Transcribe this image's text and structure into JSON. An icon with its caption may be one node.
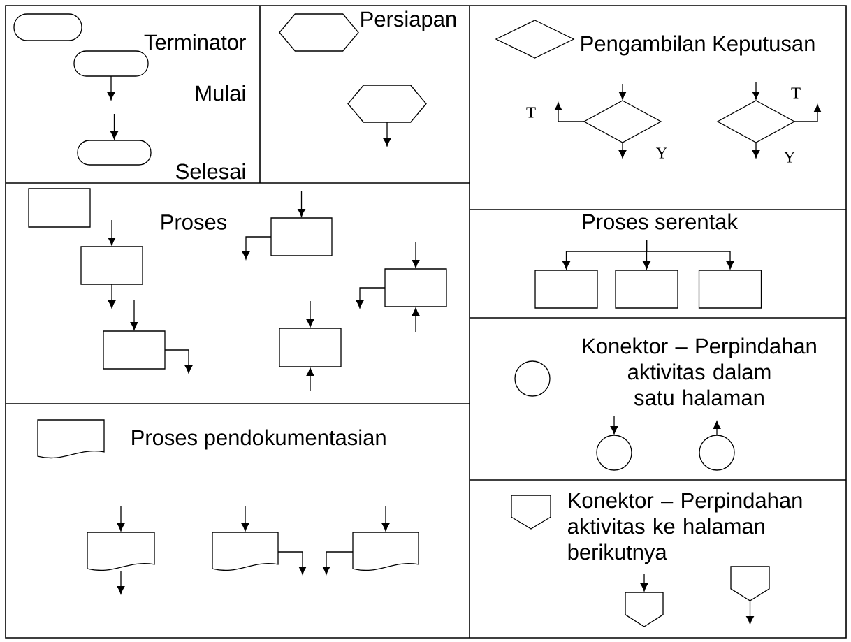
{
  "diagram": {
    "nodes": [
      {
        "text": [],
        "shape": "terminator"
      },
      {
        "text": [],
        "shape": "terminator"
      },
      {
        "text": [],
        "shape": "terminator"
      },
      {
        "text": [],
        "shape": "hexagon"
      },
      {
        "text": [],
        "shape": "hexagon"
      },
      {
        "text": [],
        "shape": "diamond"
      },
      {
        "text": [],
        "shape": "diamond"
      },
      {
        "text": [],
        "shape": "diamond"
      },
      {
        "text": [],
        "shape": "box"
      },
      {
        "text": [],
        "shape": "box"
      },
      {
        "text": [],
        "shape": "box"
      },
      {
        "text": [],
        "shape": "box"
      },
      {
        "text": [],
        "shape": "box"
      },
      {
        "text": [],
        "shape": "box"
      },
      {
        "text": [],
        "shape": "box"
      },
      {
        "text": [],
        "shape": "box"
      },
      {
        "text": [],
        "shape": "box"
      },
      {
        "text": [],
        "shape": "circle"
      },
      {
        "text": [],
        "shape": "circle"
      },
      {
        "text": [],
        "shape": "circle"
      },
      {
        "text": [],
        "shape": "document"
      },
      {
        "text": [],
        "shape": "document"
      },
      {
        "text": [],
        "shape": "document"
      },
      {
        "text": [],
        "shape": "document"
      },
      {
        "text": [],
        "shape": "pentagon"
      },
      {
        "text": [],
        "shape": "pentagon"
      },
      {
        "text": [],
        "shape": "pentagon"
      }
    ],
    "edges": [
      {
        "from": 1,
        "to": null,
        "arrow": "to"
      },
      {
        "from": null,
        "to": 2,
        "arrow": "to"
      },
      {
        "from": 4,
        "to": null,
        "arrow": "to"
      },
      {
        "from": null,
        "to": 6,
        "arrow": "to"
      },
      {
        "from": 6,
        "to": null,
        "arrow": "to"
      },
      {
        "from": 6,
        "to": null,
        "arrow": "to"
      },
      {
        "from": null,
        "to": 7,
        "arrow": "to"
      },
      {
        "from": 7,
        "to": null,
        "arrow": "to"
      },
      {
        "from": 7,
        "to": null,
        "arrow": "to"
      },
      {
        "from": null,
        "to": 9,
        "arrow": "to"
      },
      {
        "from": 9,
        "to": null,
        "arrow": "to"
      },
      {
        "from": null,
        "to": 10,
        "arrow": "to"
      },
      {
        "from": 10,
        "to": null,
        "arrow": "to"
      },
      {
        "from": null,
        "to": 11,
        "arrow": "to"
      },
      {
        "from": 11,
        "to": null,
        "arrow": "to"
      },
      {
        "from": null,
        "to": 12,
        "arrow": "to"
      },
      {
        "from": 12,
        "to": null,
        "arrow": "to"
      },
      {
        "from": null,
        "to": 12,
        "arrow": "to"
      },
      {
        "from": null,
        "to": 13,
        "arrow": "to"
      },
      {
        "from": null,
        "to": 13,
        "arrow": "to"
      },
      {
        "from": null,
        "to": 14,
        "arrow": "to"
      },
      {
        "from": null,
        "to": 15,
        "arrow": "to"
      },
      {
        "from": null,
        "to": 16,
        "arrow": "to"
      },
      {
        "from": null,
        "to": 18,
        "arrow": "to"
      },
      {
        "from": 19,
        "to": null,
        "arrow": "to"
      },
      {
        "from": null,
        "to": 21,
        "arrow": "to"
      },
      {
        "from": 21,
        "to": null,
        "arrow": "to"
      },
      {
        "from": null,
        "to": 22,
        "arrow": "to"
      },
      {
        "from": 22,
        "to": null,
        "arrow": "to"
      },
      {
        "from": null,
        "to": 23,
        "arrow": "to"
      },
      {
        "from": 23,
        "to": null,
        "arrow": "to"
      },
      {
        "from": null,
        "to": 25,
        "arrow": "to"
      },
      {
        "from": 26,
        "to": null,
        "arrow": "to"
      }
    ],
    "labels": [
      "Terminator",
      "Mulai",
      "Selesai",
      "Persiapan",
      "Pengambilan Keputusan",
      "T",
      "Y",
      "T",
      "Y",
      "Proses",
      "Proses serentak",
      "Konektor – Perpindahan aktivitas dalam satu halaman",
      "Proses pendokumentasian",
      "Konektor – Perpindahan aktivitas ke halaman berikutnya"
    ]
  }
}
